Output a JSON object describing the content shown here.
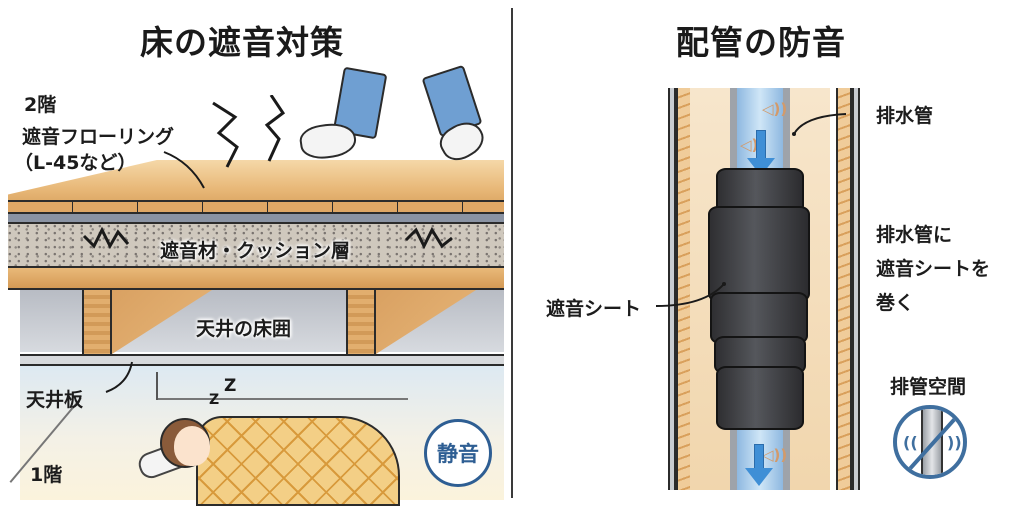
{
  "left_panel": {
    "title": "床の遮音対策",
    "labels": {
      "floor_2": "2階",
      "flooring_line1": "遮音フローリング",
      "flooring_line2": "（L-45など）",
      "cushion": "遮音材・クッション層",
      "ceiling_space": "天井の床囲",
      "ceiling_board": "天井板",
      "floor_1": "1階",
      "quiet_badge": "静音",
      "zzz_big": "Z",
      "zzz_small": "Z"
    },
    "icons": [
      "impact-zigzag-icon",
      "vibration-zigzag-icon",
      "sleep-zzz-icon",
      "quiet-badge-icon"
    ],
    "colors": {
      "wood": "#e2ae6e",
      "cushion": "#cfc8bd",
      "underlay": "#8a93a3",
      "jeans": "#6f9fd2",
      "quiet_badge": "#2e5e93"
    }
  },
  "right_panel": {
    "title": "配管の防音",
    "labels": {
      "drain_pipe": "排水管",
      "instruction_line1": "排水管に",
      "instruction_line2": "遮音シートを",
      "instruction_line3": "巻く",
      "sheet": "遮音シート",
      "pipe_space": "排管空間"
    },
    "icons": [
      "sound-speaker-icon",
      "flow-down-arrow-icon",
      "no-sound-prohibition-icon"
    ],
    "speaker_glyph": "◁))",
    "wave_left": "((",
    "wave_right": "))",
    "colors": {
      "water": "#8eb8e0",
      "arrow": "#3f8fd6",
      "wrap": "#2f2f32",
      "prohibit": "#3f6f9f"
    }
  }
}
